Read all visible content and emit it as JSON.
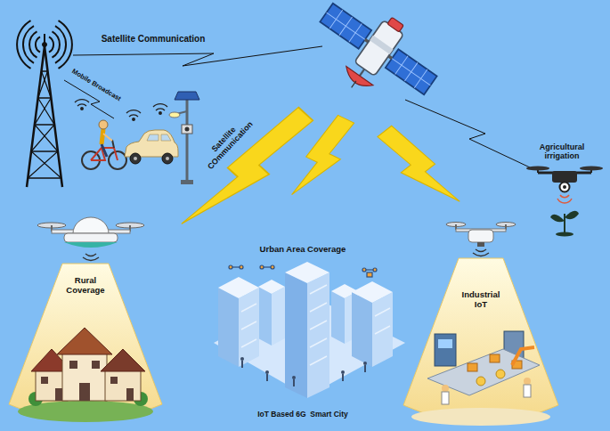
{
  "diagram": {
    "nodes": [
      {
        "text": [
          "Rural Coverage"
        ]
      },
      {
        "text": [
          "Industrial IoT"
        ]
      }
    ],
    "labels": [
      "Satellite Communication",
      "Mobile Broadcast",
      "Satellite COmmunication",
      "Agricultural irrigation",
      "Urban Area Coverage",
      "IoT Based 6G  Smart City"
    ]
  }
}
